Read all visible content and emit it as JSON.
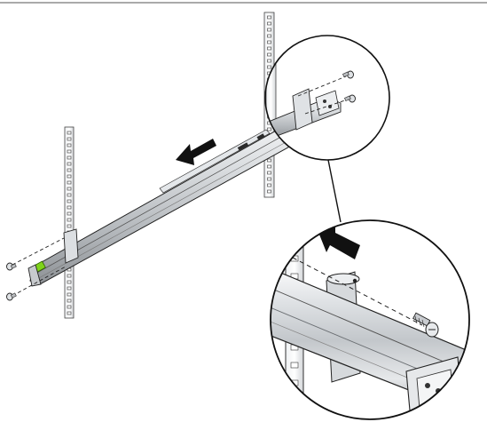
{
  "figure": {
    "kind": "rack-rail-installation-illustration",
    "arrow_color": "#111111",
    "rail_color": "#cfd2d6",
    "highlight_color": "#f7f8f9",
    "outline_color": "#1a1a1a",
    "latch_color": "#7fd41a",
    "magnifier_count": 2,
    "screw_count": 5
  }
}
